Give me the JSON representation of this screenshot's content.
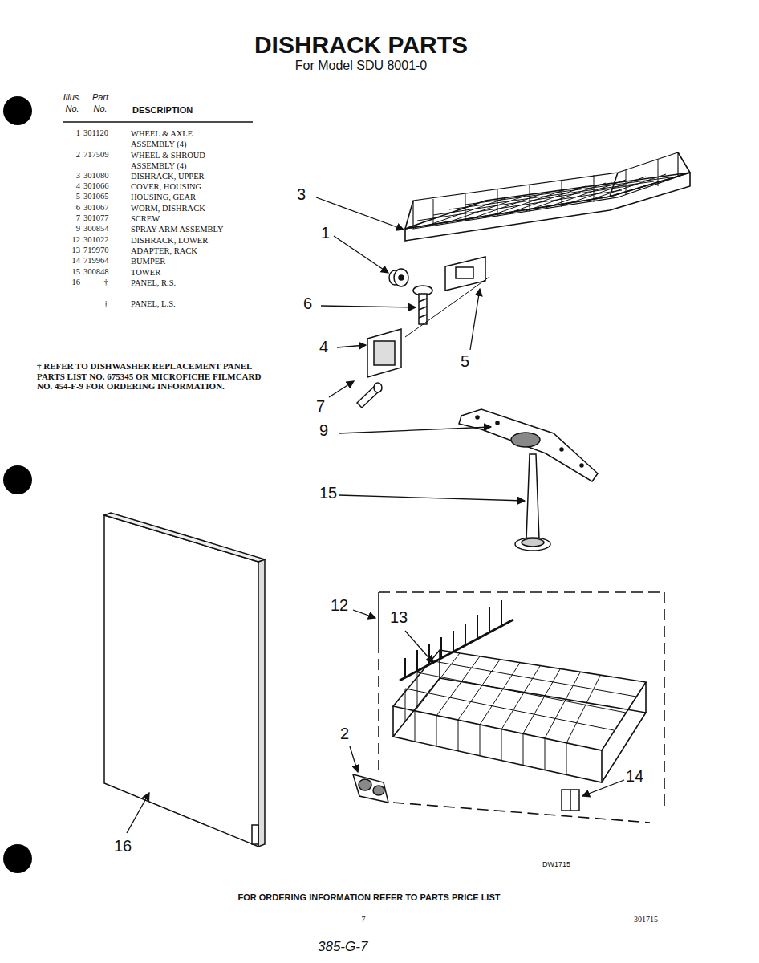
{
  "diagram": {
    "title": "DISHRACK PARTS",
    "labels": [
      "For Model SDU 8001-0",
      "Illus. No.",
      "Part No.",
      "DESCRIPTION",
      "1",
      "301120",
      "WHEEL & AXLE ASSEMBLY (4)",
      "2",
      "717509",
      "WHEEL & SHROUD ASSEMBLY (4)",
      "3",
      "301080",
      "DISHRACK, UPPER",
      "4",
      "301066",
      "COVER, HOUSING",
      "5",
      "301065",
      "HOUSING, GEAR",
      "6",
      "301067",
      "WORM, DISHRACK",
      "7",
      "301077",
      "SCREW",
      "9",
      "300854",
      "SPRAY ARM ASSEMBLY",
      "12",
      "301022",
      "DISHRACK, LOWER",
      "13",
      "719970",
      "ADAPTER, RACK",
      "14",
      "719964",
      "BUMPER",
      "15",
      "300848",
      "TOWER",
      "16",
      "†",
      "PANEL, R.S.",
      "†",
      "PANEL, L.S.",
      "† REFER TO DISHWASHER REPLACEMENT PANEL PARTS LIST NO. 675345 OR MICROFICHE FILMCARD NO. 454-F-9 FOR ORDERING INFORMATION.",
      "3",
      "1",
      "6",
      "4",
      "5",
      "7",
      "9",
      "15",
      "12",
      "13",
      "2",
      "14",
      "16",
      "DW1715",
      "FOR ORDERING INFORMATION REFER TO PARTS PRICE LIST",
      "7",
      "301715",
      "385-G-7"
    ]
  }
}
